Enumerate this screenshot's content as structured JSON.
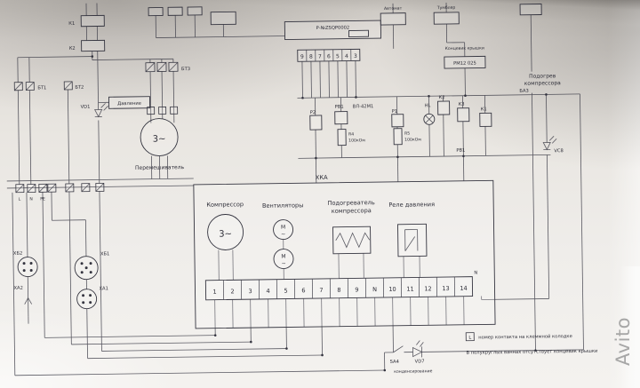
{
  "watermark": "Avito",
  "top": {
    "k1": "К1",
    "k2": "К2",
    "bt1": "БТ1",
    "bt2": "БТ2",
    "bt3": "БТ3",
    "controller": "Р-№ZSQP0002",
    "controller_terminals": [
      "9",
      "8",
      "7",
      "6",
      "5",
      "4",
      "3"
    ],
    "avtomat": "Автомат",
    "tumbler": "Тумблер",
    "limit_switch": "Концевик крышки",
    "pm_module": "РМ12 025"
  },
  "left": {
    "vd1": "VD1",
    "pressure": "Давление",
    "mixer_symbol": "3~",
    "mixer_label": "Перемешиватель",
    "rail": [
      "L",
      "N",
      "PE"
    ],
    "xb2": "ХБ2",
    "xb1": "ХБ1",
    "xa2": "ХА2",
    "xa1": "ХА1"
  },
  "mid": {
    "p2": "Р2",
    "pv1": "РВ1",
    "vl42m1": "ВЛ-42М1",
    "p1": "Р1",
    "hl": "HL",
    "k2": "К2",
    "k3": "К3",
    "k1": "К1",
    "r4": "R4",
    "r4_val": "100кОм",
    "r5": "R5",
    "r5_val": "100кОм",
    "pv1b": "РВ1"
  },
  "right": {
    "heater_line1": "Подогрев",
    "heater_line2": "компрессора",
    "ba3": "БА3",
    "vc8": "VC8"
  },
  "xka": {
    "title": "ХКА",
    "compressor_label": "Компрессор",
    "compressor_symbol": "3~",
    "fans_label": "Вентиляторы",
    "fan_m": "М",
    "fan_tilde": "~",
    "heater_label_line1": "Подогреватель",
    "heater_label_line2": "компрессора",
    "pressure_relay_label": "Реле давления",
    "neutral": "N",
    "terminals": [
      "1",
      "2",
      "3",
      "4",
      "5",
      "6",
      "7",
      "8",
      "9",
      "N",
      "10",
      "11",
      "12",
      "13",
      "14"
    ]
  },
  "bottom": {
    "sa4": "SA4",
    "vd7": "VD7",
    "caption": "конденсирование"
  },
  "legend": {
    "box": "L",
    "note1": "номер контакта на клеммной колодке",
    "note2": "В полукруглых ваннах отсутствует концевик крышки"
  }
}
